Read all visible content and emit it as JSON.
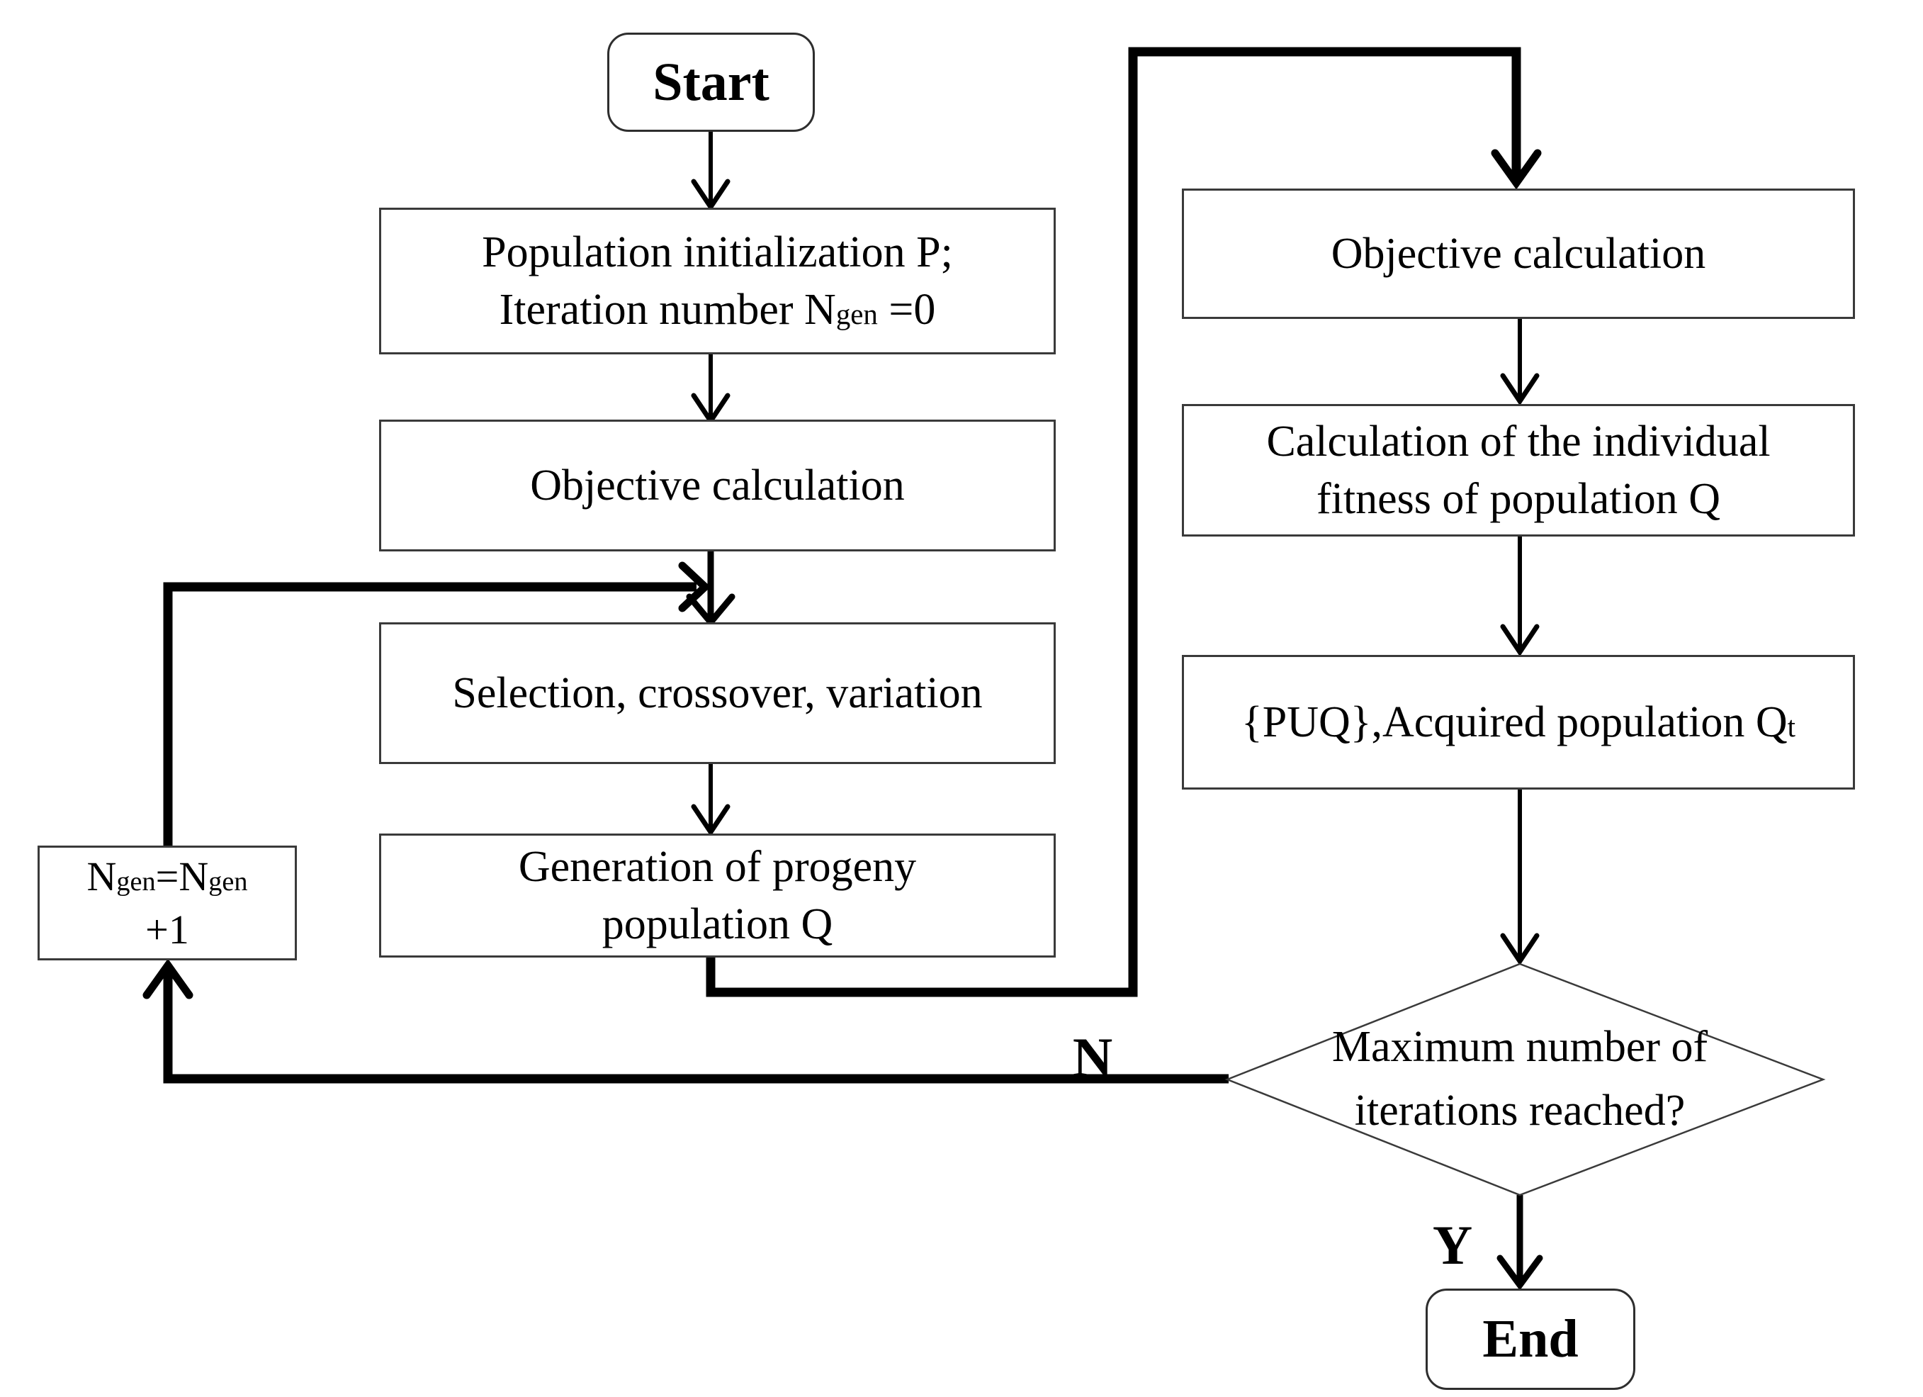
{
  "figure": {
    "background": "#ffffff",
    "line_color": "#000000",
    "border_color": "#3a3a3a",
    "text_color": "#000000"
  },
  "nodes": {
    "start": {
      "label": "Start"
    },
    "init": {
      "line1": "Population initialization P;",
      "line2": {
        "pre": "Iteration number N",
        "sub": "gen",
        "post": " =0"
      }
    },
    "objective_left": {
      "label": "Objective calculation"
    },
    "selection": {
      "label": "Selection, crossover, variation"
    },
    "progeny": {
      "line1": "Generation of progeny",
      "line2": "population Q"
    },
    "counter": {
      "line1": {
        "pre": "N",
        "sub1": "gen",
        "mid": "=N",
        "sub2": "gen"
      },
      "line2": "+1"
    },
    "objective_right": {
      "label": "Objective calculation"
    },
    "fitness": {
      "line1": "Calculation of the individual",
      "line2": "fitness of population Q"
    },
    "merge": {
      "pre": "{PUQ},Acquired population Q",
      "sub": "t"
    },
    "decision": {
      "line1": "Maximum number of",
      "line2": "iterations reached?"
    },
    "end": {
      "label": "End"
    }
  },
  "branch_labels": {
    "no": "N",
    "yes": "Y"
  },
  "connections": [
    {
      "from": "start",
      "to": "population-initialization"
    },
    {
      "from": "population-initialization",
      "to": "objective-calculation-left"
    },
    {
      "from": "objective-calculation-left",
      "to": "selection-crossover-variation"
    },
    {
      "from": "selection-crossover-variation",
      "to": "generation-of-progeny"
    },
    {
      "from": "generation-of-progeny",
      "to": "objective-calculation-right"
    },
    {
      "from": "objective-calculation-right",
      "to": "individual-fitness-calculation"
    },
    {
      "from": "individual-fitness-calculation",
      "to": "acquired-population"
    },
    {
      "from": "acquired-population",
      "to": "max-iterations-decision"
    },
    {
      "from": "max-iterations-decision",
      "to": "end",
      "label": "Y"
    },
    {
      "from": "max-iterations-decision",
      "to": "iteration-counter",
      "label": "N"
    },
    {
      "from": "iteration-counter",
      "to": "selection-crossover-variation"
    }
  ]
}
